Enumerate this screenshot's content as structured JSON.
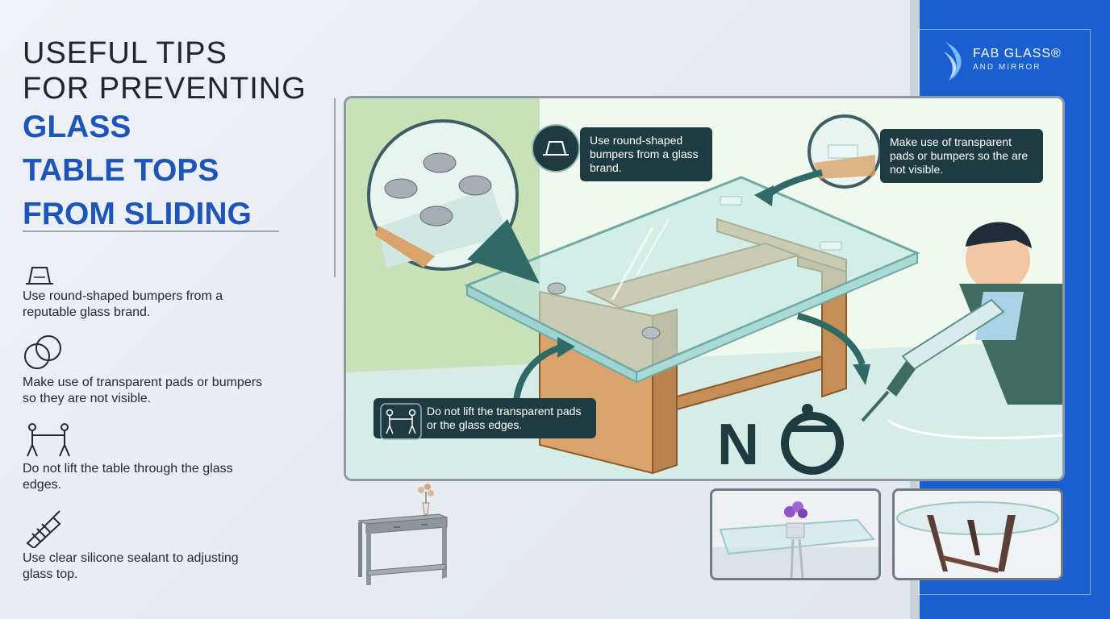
{
  "brand": {
    "name": "FAB GLASS®",
    "sub": "AND MIRROR"
  },
  "title": {
    "line1": "USEFUL TIPS",
    "line2": "FOR PREVENTING",
    "line3": "GLASS",
    "line4": "TABLE TOPS",
    "line5": "FROM SLIDING"
  },
  "tips": [
    {
      "text": "Use round-shaped bumpers from a reputable glass brand.",
      "icon": "bumper-icon"
    },
    {
      "text": "Make use of transparent pads or bumpers so they are not visible.",
      "icon": "transparent-pads-icon"
    },
    {
      "text": "Do not lift the table through the glass edges.",
      "icon": "two-people-lifting-icon"
    },
    {
      "text": "Use clear silicone sealant to adjusting glass top.",
      "icon": "sealant-gun-icon"
    }
  ],
  "callouts": {
    "bumpers": "Use round-shaped bumpers from a glass brand.",
    "pads": "Make use of transparent pads or bumpers so the are not visible.",
    "lift": "Do not lift the transparent pads or the glass edges."
  },
  "no_sign": "N",
  "colors": {
    "accent": "#1d56b8",
    "brand_bg": "#1a5fd0",
    "callout": "#1f3b42"
  }
}
